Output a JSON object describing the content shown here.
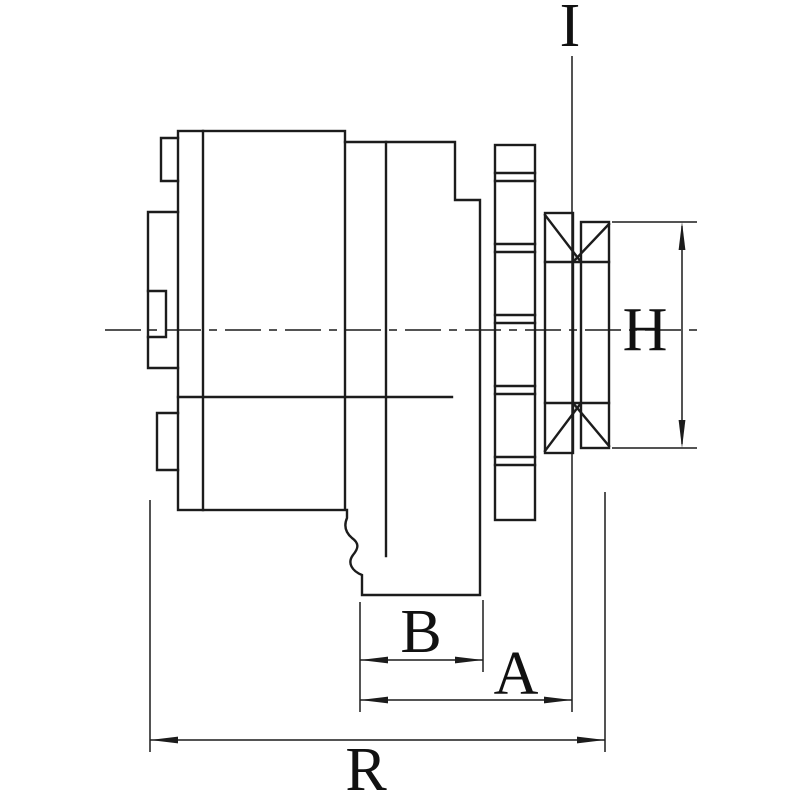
{
  "canvas": {
    "background": "#ffffff",
    "line_color": "#1c1c1c",
    "label_color": "#111111"
  },
  "labels": {
    "I": "I",
    "H": "H",
    "B": "B",
    "A": "A",
    "R": "R"
  }
}
